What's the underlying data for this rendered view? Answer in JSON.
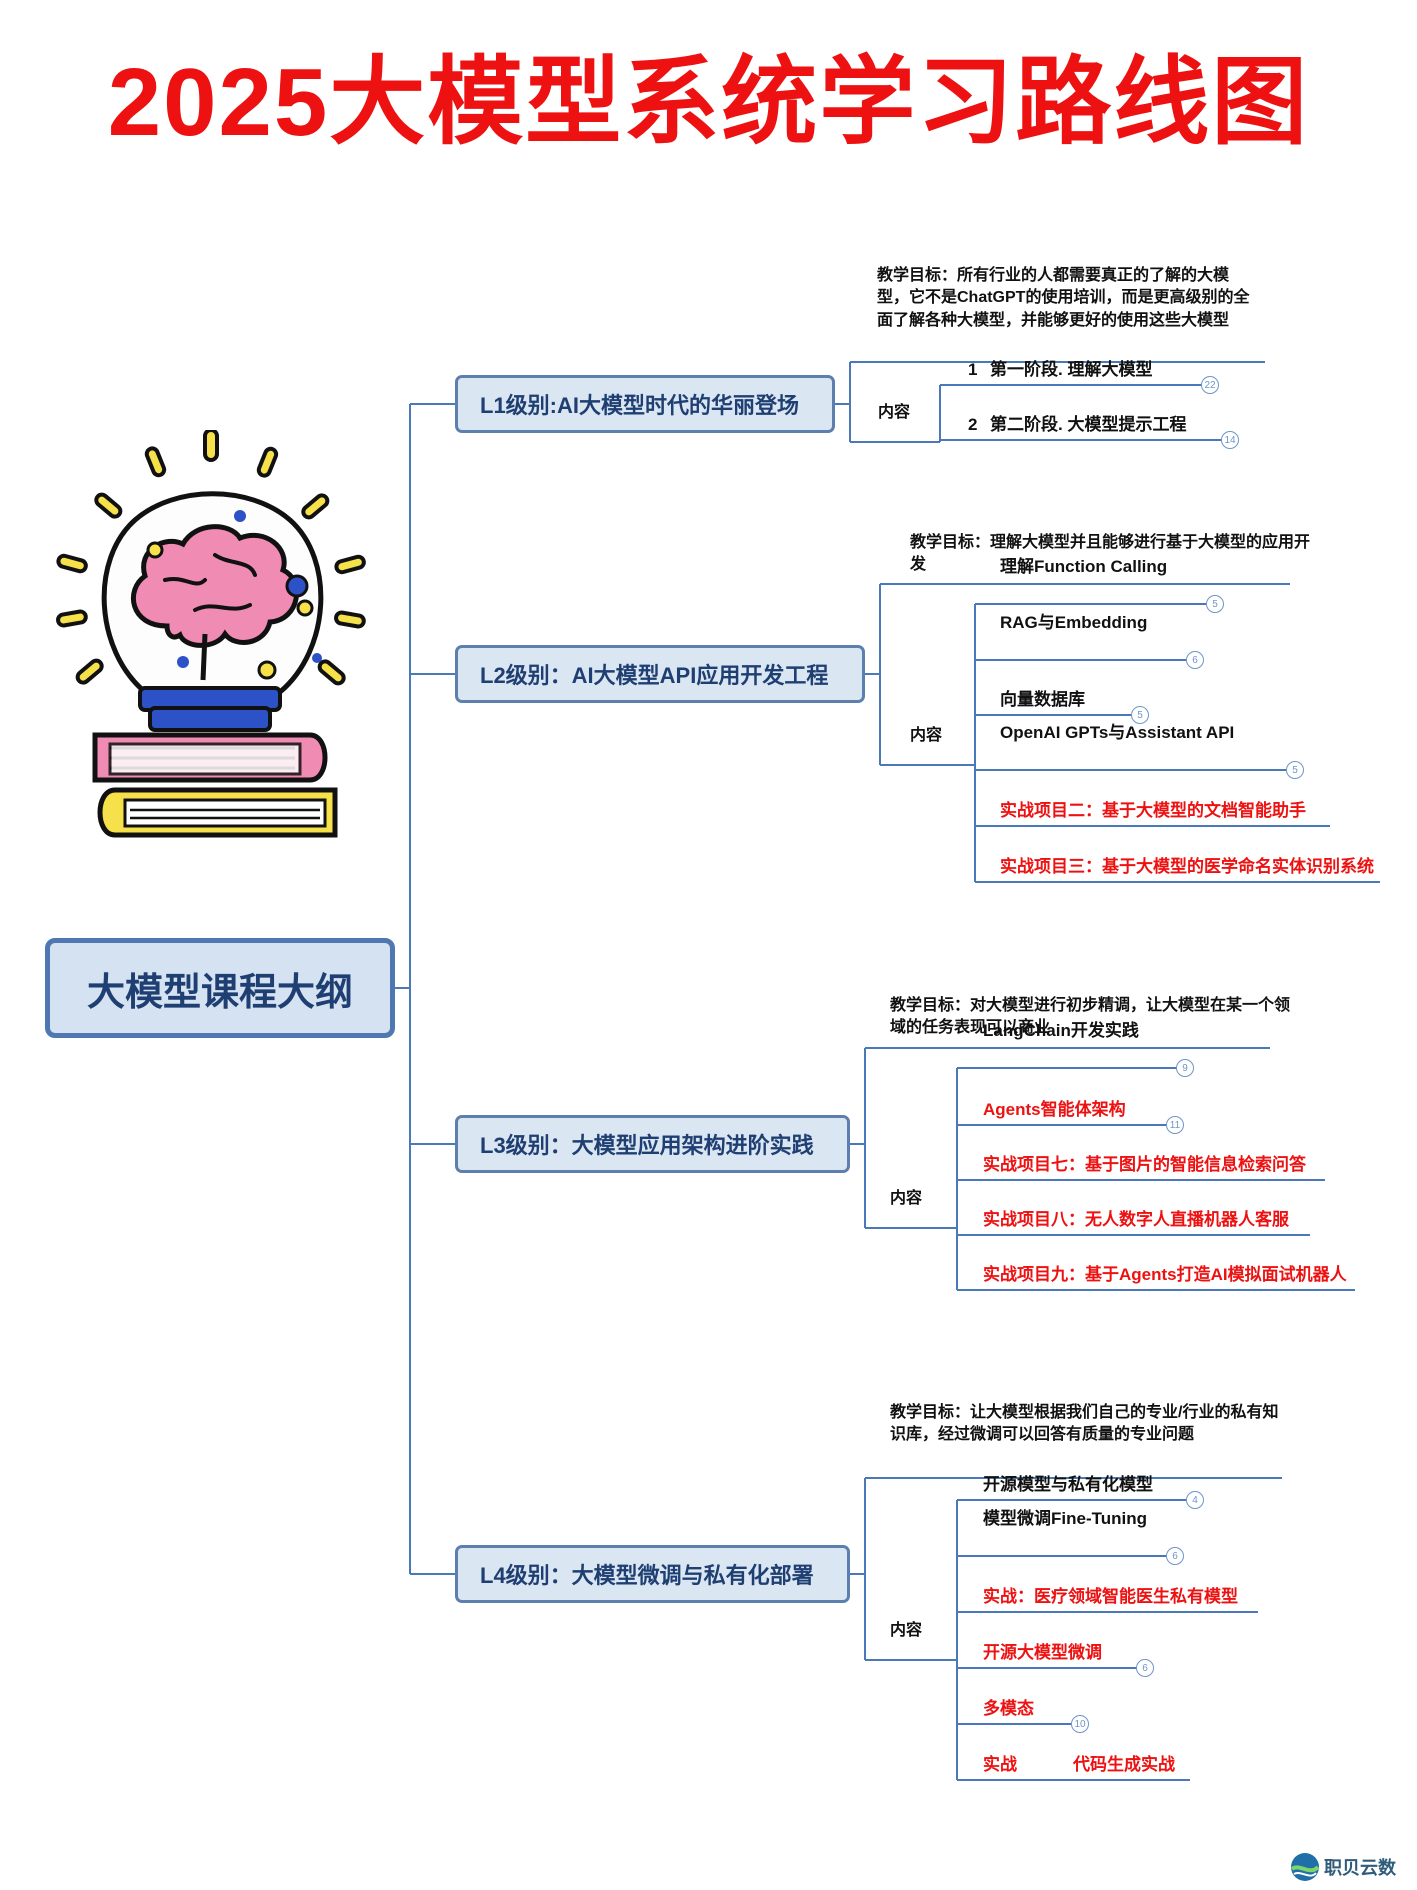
{
  "title": "2025大模型系统学习路线图",
  "center": "大模型课程大纲",
  "levels": [
    {
      "label": "L1级别:AI大模型时代的华丽登场",
      "goal": "教学目标：所有行业的人都需要真正的了解的大模型，它不是ChatGPT的使用培训，而是更高级别的全面了解各种大模型，并能够更好的使用这些大模型",
      "content_label": "内容",
      "items": [
        {
          "number": "1",
          "text": "第一阶段. 理解大模型",
          "count": "22"
        },
        {
          "number": "2",
          "text": "第二阶段. 大模型提示工程",
          "count": "14"
        }
      ]
    },
    {
      "label": "L2级别：AI大模型API应用开发工程",
      "goal": "教学目标：理解大模型并且能够进行基于大模型的应用开发",
      "content_label": "内容",
      "items": [
        {
          "text": "理解Function Calling",
          "count": "5"
        },
        {
          "text": "RAG与Embedding",
          "count": "6"
        },
        {
          "text": "向量数据库",
          "count": "5"
        },
        {
          "text": "OpenAI GPTs与Assistant  API",
          "count": "5"
        },
        {
          "text": "实战项目二：基于大模型的文档智能助手",
          "red": true
        },
        {
          "text": "实战项目三：基于大模型的医学命名实体识别系统",
          "red": true
        }
      ]
    },
    {
      "label": "L3级别：大模型应用架构进阶实践",
      "goal": "教学目标：对大模型进行初步精调，让大模型在某一个领域的任务表现可以商业",
      "content_label": "内容",
      "items": [
        {
          "text": "LangChain开发实践",
          "count": "9"
        },
        {
          "text": "Agents智能体架构",
          "count": "11",
          "red": true
        },
        {
          "text": "实战项目七：基于图片的智能信息检索问答",
          "red": true
        },
        {
          "text": "实战项目八：无人数字人直播机器人客服",
          "red": true
        },
        {
          "text": "实战项目九：基于Agents打造AI模拟面试机器人",
          "red": true
        }
      ]
    },
    {
      "label": "L4级别：大模型微调与私有化部署",
      "goal": "教学目标：让大模型根据我们自己的专业/行业的私有知识库，经过微调可以回答有质量的专业问题",
      "content_label": "内容",
      "items": [
        {
          "text": "开源模型与私有化模型",
          "count": "4"
        },
        {
          "text": "模型微调Fine-Tuning",
          "count": "6"
        },
        {
          "text": "实战：医疗领域智能医生私有模型",
          "red": true
        },
        {
          "text": "开源大模型微调",
          "count": "6",
          "red": true
        },
        {
          "text": "多模态",
          "count": "10",
          "red": true
        },
        {
          "text": "实战",
          "child": "代码生成实战",
          "red": true
        }
      ]
    }
  ],
  "logo": "职贝云数",
  "colors": {
    "title": "#ee1111",
    "node_fill": "#dbe6f3",
    "node_border": "#5d7fae",
    "connector": "#4a78b8",
    "highlight": "#ee1111"
  },
  "icons": {
    "illustration": "lightbulb-brain-books-icon",
    "logo": "globe-logo-icon"
  }
}
